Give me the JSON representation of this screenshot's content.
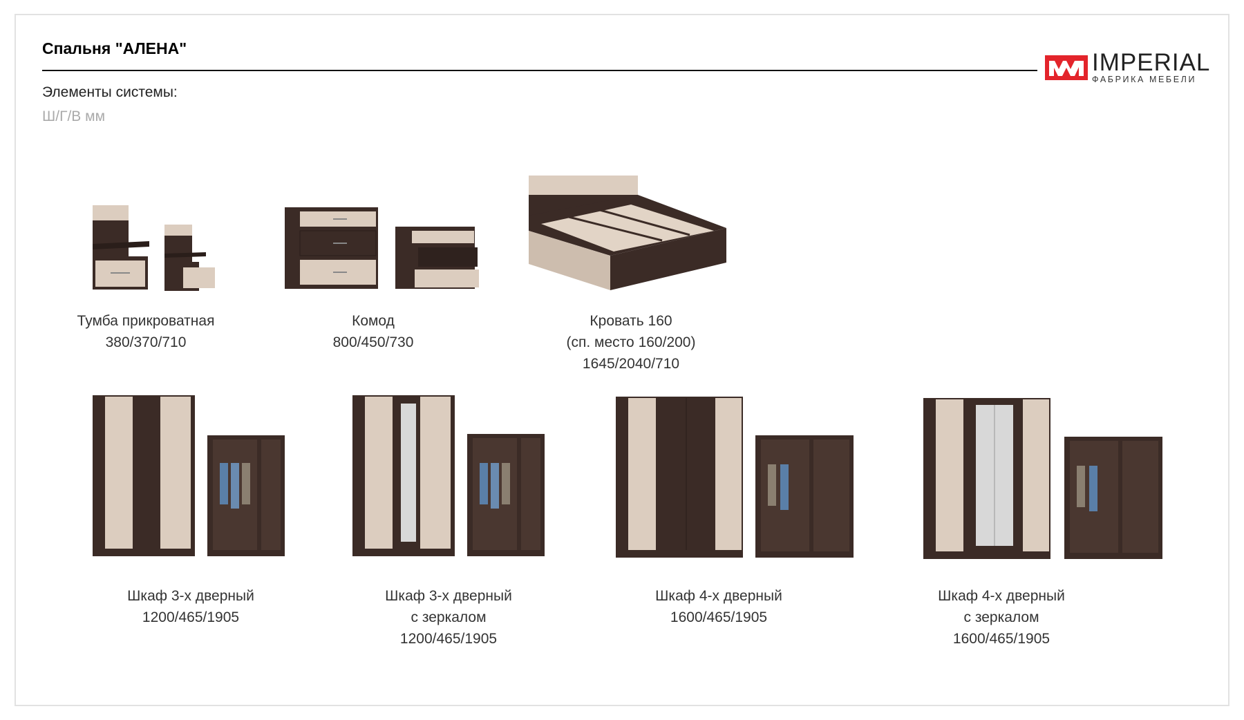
{
  "header": {
    "title": "Спальня \"АЛЕНА\"",
    "subtitle": "Элементы системы:",
    "units": "Ш/Г/В мм"
  },
  "logo": {
    "brand": "IMPERIAL",
    "tagline": "ФАБРИКА МЕБЕЛИ",
    "mark": "MM"
  },
  "colors": {
    "wenge": "#3b2b26",
    "ash": "#dccdbf",
    "accent": "#e3242b"
  },
  "products": [
    {
      "name": "Тумба прикроватная",
      "lines": [
        "380/370/710"
      ]
    },
    {
      "name": "Комод",
      "lines": [
        "800/450/730"
      ]
    },
    {
      "name": "Кровать 160",
      "lines": [
        "(сп. место 160/200)",
        "1645/2040/710"
      ]
    },
    {
      "name": "Шкаф 3-х дверный",
      "lines": [
        "1200/465/1905"
      ]
    },
    {
      "name": "Шкаф 3-х дверный",
      "lines": [
        "с зеркалом",
        "1200/465/1905"
      ]
    },
    {
      "name": "Шкаф 4-х дверный",
      "lines": [
        "1600/465/1905"
      ]
    },
    {
      "name": "Шкаф 4-х дверный",
      "lines": [
        "с зеркалом",
        "1600/465/1905"
      ]
    }
  ]
}
